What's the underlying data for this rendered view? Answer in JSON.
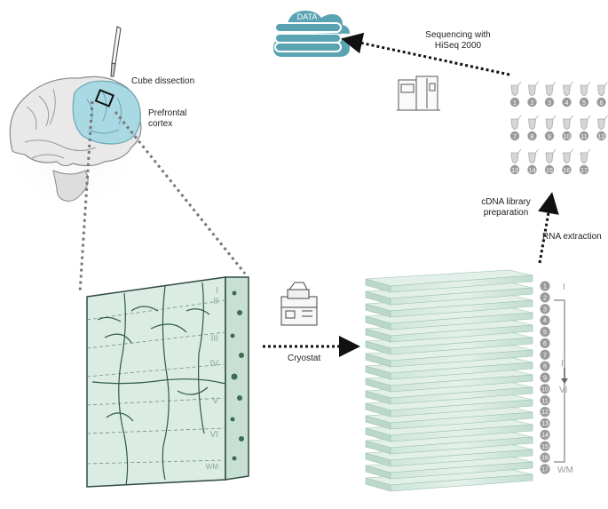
{
  "labels": {
    "data": "DATA",
    "sequencing": "Sequencing with",
    "sequencing_device": "HiSeq 2000",
    "cube_dissection": "Cube dissection",
    "prefrontal_1": "Prefrontal",
    "prefrontal_2": "cortex",
    "cdna_1": "cDNA library",
    "cdna_2": "preparation",
    "rna_extraction": "RNA extraction",
    "cryostat": "Cryostat"
  },
  "cortex_layers": [
    "I",
    "II",
    "III",
    "IV",
    "V",
    "VI",
    "WM"
  ],
  "tube_numbers": [
    "1",
    "2",
    "3",
    "4",
    "5",
    "6",
    "7",
    "8",
    "9",
    "10",
    "11",
    "12",
    "13",
    "14",
    "15",
    "16",
    "17"
  ],
  "slice_numbers": [
    "1",
    "2",
    "3",
    "4",
    "5",
    "6",
    "7",
    "8",
    "9",
    "10",
    "11",
    "12",
    "13",
    "14",
    "15",
    "16",
    "17"
  ],
  "slice_layer_labels": {
    "top": "I",
    "middle_start": "II",
    "middle_end": "VI",
    "bottom": "WM"
  },
  "icons": [
    "scalpel-icon",
    "sequencer-icon",
    "cryostat-icon",
    "cloud-database-icon",
    "tube-icon",
    "brain-illustration"
  ],
  "colors": {
    "cloud": "#5aa3b3",
    "prefrontal": "#a9d9e3",
    "tissue": "#d9ece4",
    "tissue_edge": "#8fb7a4",
    "badge": "#9a9a9a",
    "arrow": "#111111"
  }
}
